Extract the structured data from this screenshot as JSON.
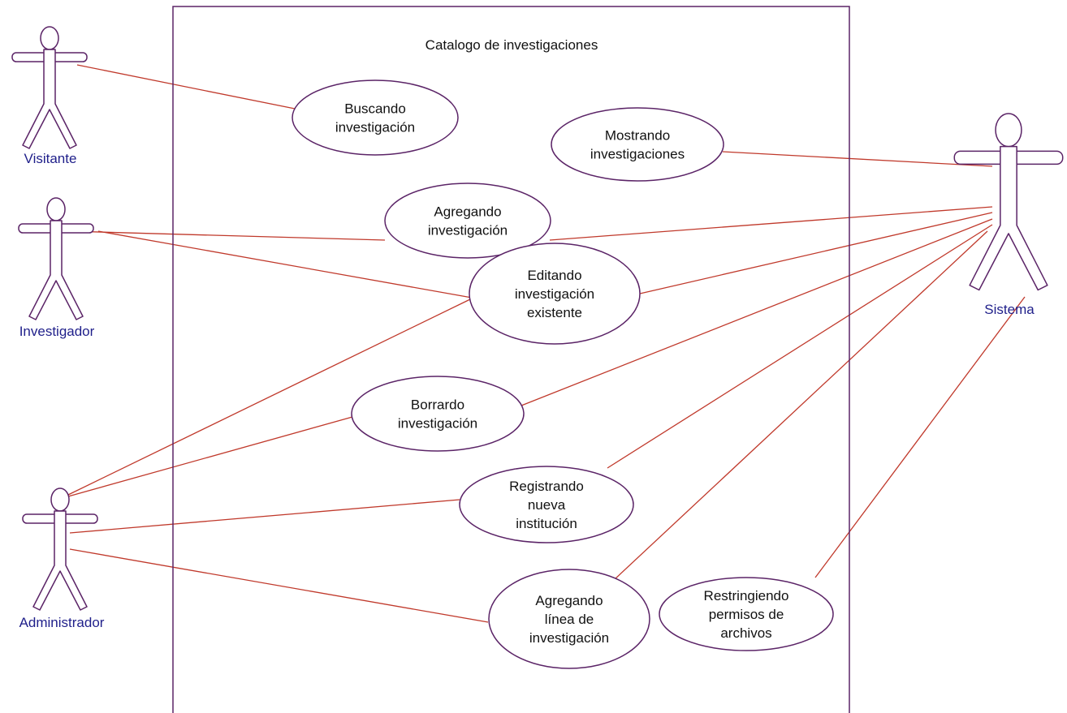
{
  "diagram": {
    "system_title": "Catalogo de investigaciones",
    "actors": [
      {
        "id": "visitante",
        "name": "Visitante"
      },
      {
        "id": "investigador",
        "name": "Investigador"
      },
      {
        "id": "administrador",
        "name": "Administrador"
      },
      {
        "id": "sistema",
        "name": "Sistema"
      }
    ],
    "use_cases": [
      {
        "id": "buscando",
        "lines": [
          "Buscando",
          "investigación"
        ]
      },
      {
        "id": "mostrando",
        "lines": [
          "Mostrando",
          "investigaciones"
        ]
      },
      {
        "id": "agregando",
        "lines": [
          "Agregando",
          "investigación"
        ]
      },
      {
        "id": "editando",
        "lines": [
          "Editando",
          "investigación",
          "existente"
        ]
      },
      {
        "id": "borrando",
        "lines": [
          "Borrardo",
          "investigación"
        ]
      },
      {
        "id": "registrando",
        "lines": [
          "Registrando",
          "nueva",
          "institución"
        ]
      },
      {
        "id": "agregando-linea",
        "lines": [
          "Agregando",
          "línea de",
          "investigación"
        ]
      },
      {
        "id": "restringiendo",
        "lines": [
          "Restringiendo",
          "permisos de",
          "archivos"
        ]
      }
    ],
    "associations": [
      [
        "visitante",
        "buscando"
      ],
      [
        "investigador",
        "agregando"
      ],
      [
        "investigador",
        "editando"
      ],
      [
        "administrador",
        "editando"
      ],
      [
        "administrador",
        "borrando"
      ],
      [
        "administrador",
        "registrando"
      ],
      [
        "administrador",
        "agregando-linea"
      ],
      [
        "sistema",
        "mostrando"
      ],
      [
        "sistema",
        "agregando"
      ],
      [
        "sistema",
        "editando"
      ],
      [
        "sistema",
        "borrando"
      ],
      [
        "sistema",
        "registrando"
      ],
      [
        "sistema",
        "agregando-linea"
      ],
      [
        "sistema",
        "restringiendo"
      ]
    ],
    "colors": {
      "association": "#c0392b",
      "outline": "#5b2467",
      "actor_label": "#1f1f8a"
    }
  }
}
